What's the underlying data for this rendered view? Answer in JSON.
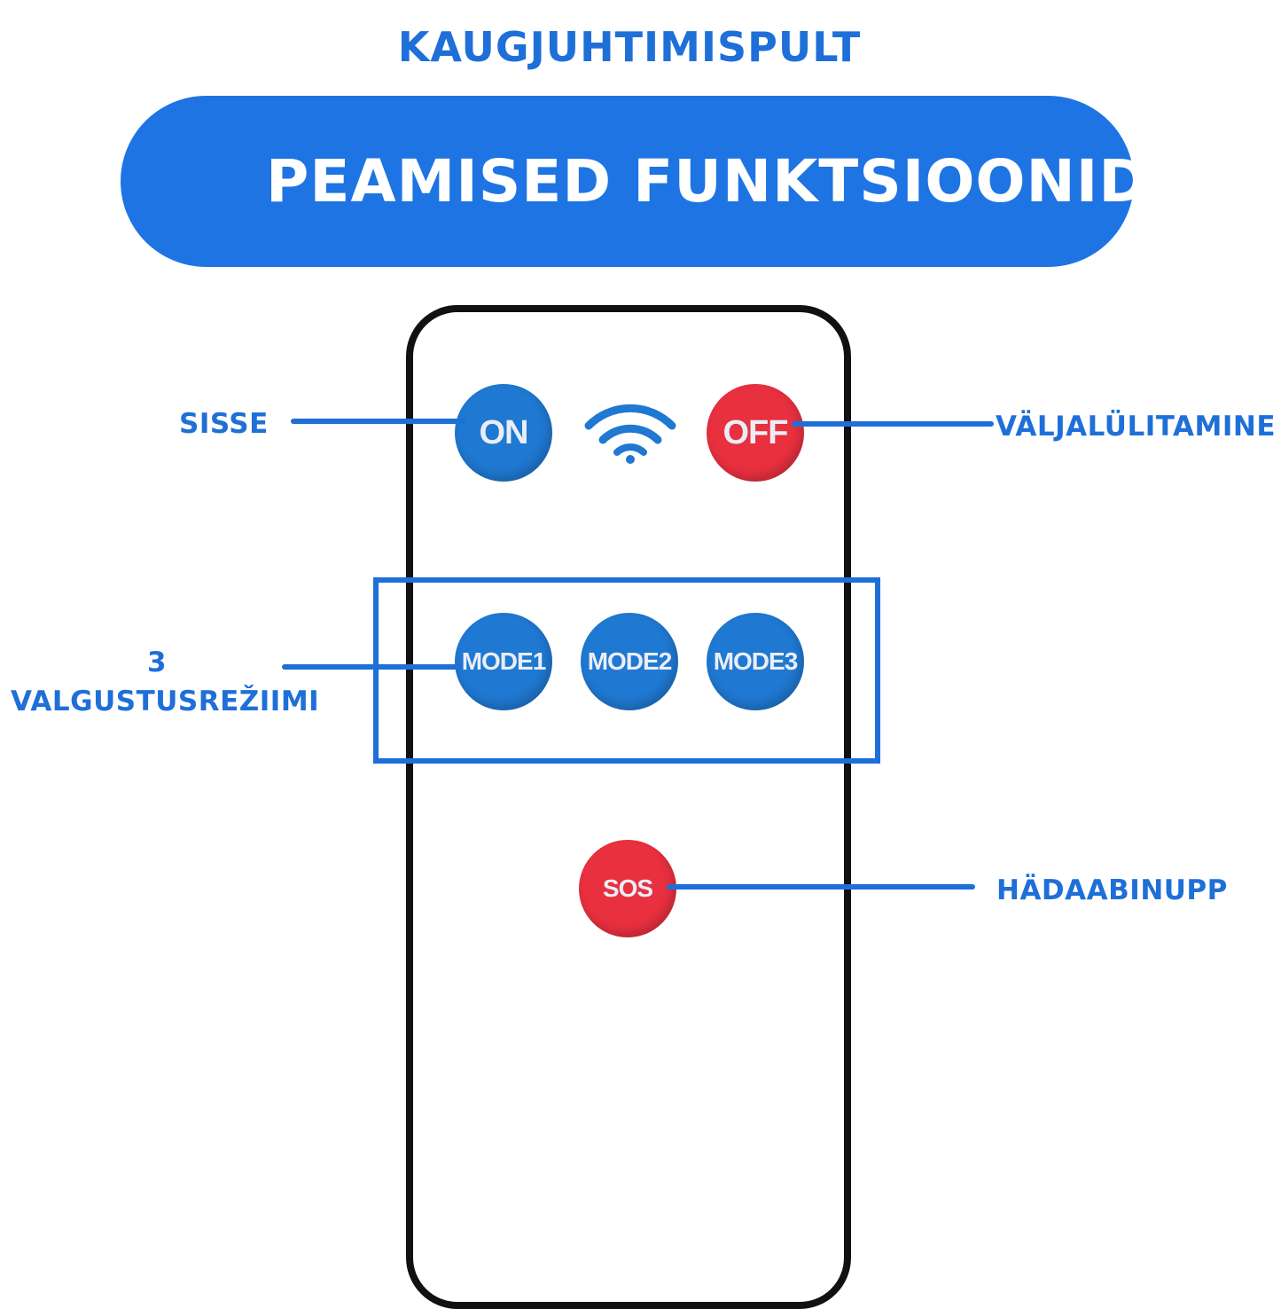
{
  "header": {
    "title": "KAUGJUHTIMISPULT",
    "banner": "PEAMISED FUNKTSIOONID"
  },
  "remote": {
    "buttons": {
      "on": "ON",
      "off": "OFF",
      "mode1": "MODE1",
      "mode2": "MODE2",
      "mode3": "MODE3",
      "sos": "SOS"
    },
    "signal_icon": "wifi-icon"
  },
  "annotations": {
    "on": "SISSE",
    "off": "VÄLJALÜLITAMINE",
    "modes_line1": "3",
    "modes_line2": "VALGUSTUSREŽIIMI",
    "sos": "HÄDAABINUPP"
  },
  "colors": {
    "accent_blue": "#1f6fd8",
    "banner_blue": "#1e74e2",
    "button_blue": "#1f78d1",
    "button_red": "#e8303f"
  }
}
